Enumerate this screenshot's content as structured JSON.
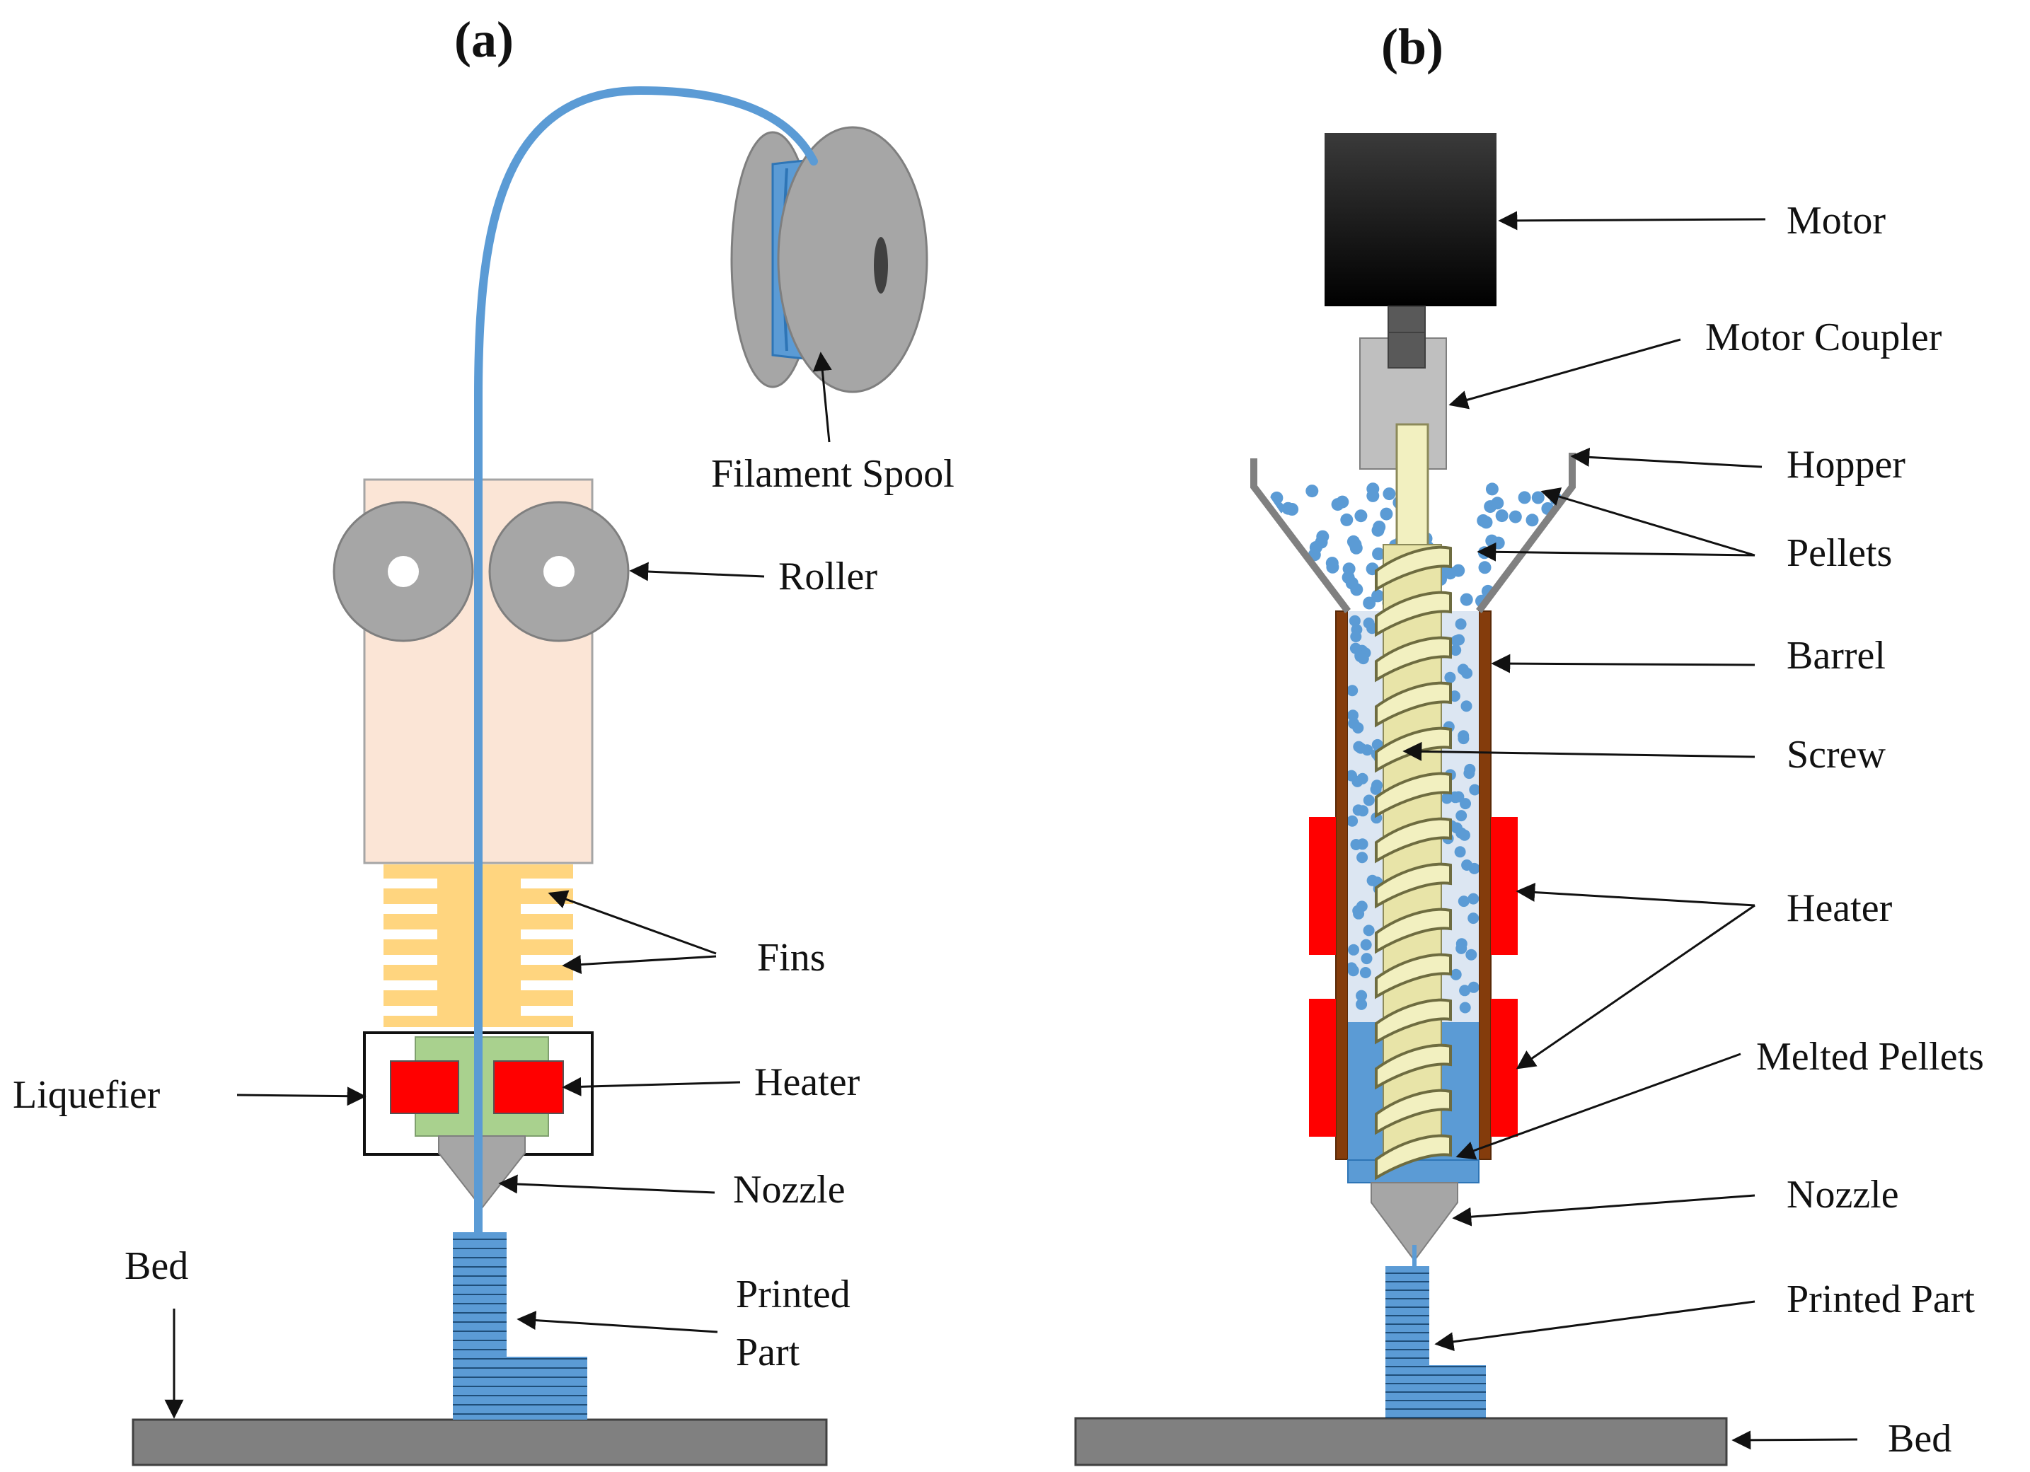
{
  "panel_a": {
    "title": "(a)",
    "labels": {
      "filament_spool": "Filament Spool",
      "roller": "Roller",
      "fins": "Fins",
      "heater": "Heater",
      "liquefier": "Liquefier",
      "nozzle": "Nozzle",
      "bed": "Bed",
      "printed_part_line1": "Printed",
      "printed_part_line2": "Part"
    }
  },
  "panel_b": {
    "title": "(b)",
    "labels": {
      "motor": "Motor",
      "motor_coupler": "Motor Coupler",
      "hopper": "Hopper",
      "pellets": "Pellets",
      "barrel": "Barrel",
      "screw": "Screw",
      "heater": "Heater",
      "melted_pellets": "Melted Pellets",
      "nozzle": "Nozzle",
      "printed_part": "Printed Part",
      "bed": "Bed"
    }
  },
  "colors": {
    "filament": "#5b9bd5",
    "spool": "#a6a6a6",
    "housing": "#fbe5d6",
    "fins": "#ffd57f",
    "heater_block": "#a9d18e",
    "heater": "#ff0000",
    "bed": "#808080",
    "motor": "#0d0d0d",
    "barrel": "#843c0c",
    "screw": "#f2f0c0"
  }
}
